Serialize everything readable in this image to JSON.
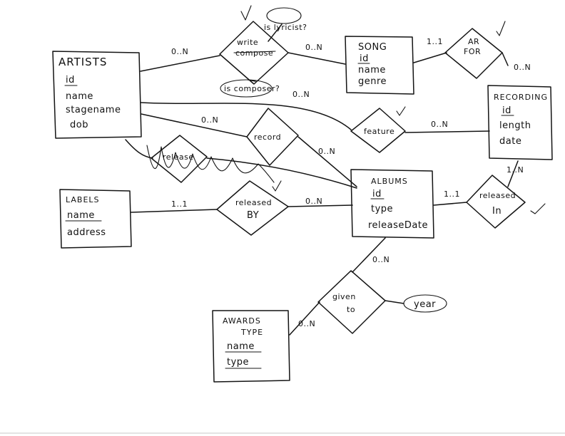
{
  "entities": {
    "artists": {
      "title": "ARTISTS",
      "attrs": [
        "id",
        "name",
        "stagename",
        "dob"
      ]
    },
    "song": {
      "title": "SONG",
      "attrs": [
        "id",
        "name",
        "genre"
      ]
    },
    "recording": {
      "title": "RECORDING",
      "attrs": [
        "id",
        "length",
        "date"
      ]
    },
    "albums": {
      "title": "ALBUMS",
      "attrs": [
        "id",
        "type",
        "releaseDate"
      ]
    },
    "labels": {
      "title": "LABELS",
      "attrs": [
        "name",
        "address"
      ]
    },
    "awards": {
      "title": "AWARDS",
      "subtitle": "TYPE",
      "attrs": [
        "name",
        "type"
      ]
    }
  },
  "relationships": {
    "write": {
      "label": "write",
      "label2": "compose"
    },
    "record": {
      "label": "record"
    },
    "feature": {
      "label": "feature"
    },
    "release": {
      "label": "release"
    },
    "releasedBy": {
      "label": "released",
      "label2": "BY"
    },
    "releasedIn": {
      "label": "released",
      "label2": "In"
    },
    "givenTo": {
      "label": "given",
      "label2": "to"
    },
    "arFor": {
      "label": "AR",
      "label2": "FOR"
    }
  },
  "annotations": {
    "isLyricist": "is lyricist?",
    "isComposer": "is composer?",
    "year": "year"
  },
  "cardinalities": {
    "artistsWrite": "0..N",
    "writeSong": "0..N",
    "songFor": "1..1",
    "forRecording": "0..N",
    "artistsFeature": "0..N",
    "artistsRecord": "0..N",
    "featureRecording": "0..N",
    "recordAlbums": "0..N",
    "labelsReleasedBy": "1..1",
    "releasedByAlbums": "0..N",
    "albumsReleasedIn": "1..1",
    "releasedInRecording": "1..N",
    "albumsGivenTo": "0..N",
    "givenToAwards": "0..N"
  }
}
